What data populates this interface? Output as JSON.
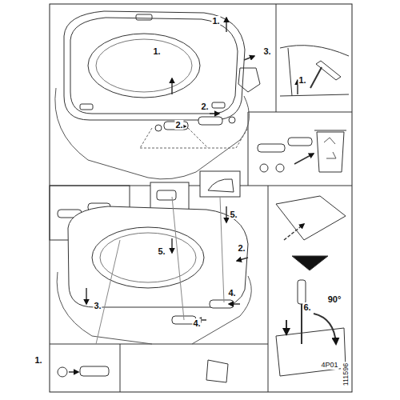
{
  "diagram": {
    "labels": [
      "1.",
      "1.",
      "3.",
      "1.",
      "2.",
      "2.",
      "5.",
      "2.",
      "5.",
      "3.",
      "4.",
      "4.",
      "1.",
      "6.",
      "90°",
      "4P01",
      "111596"
    ]
  }
}
